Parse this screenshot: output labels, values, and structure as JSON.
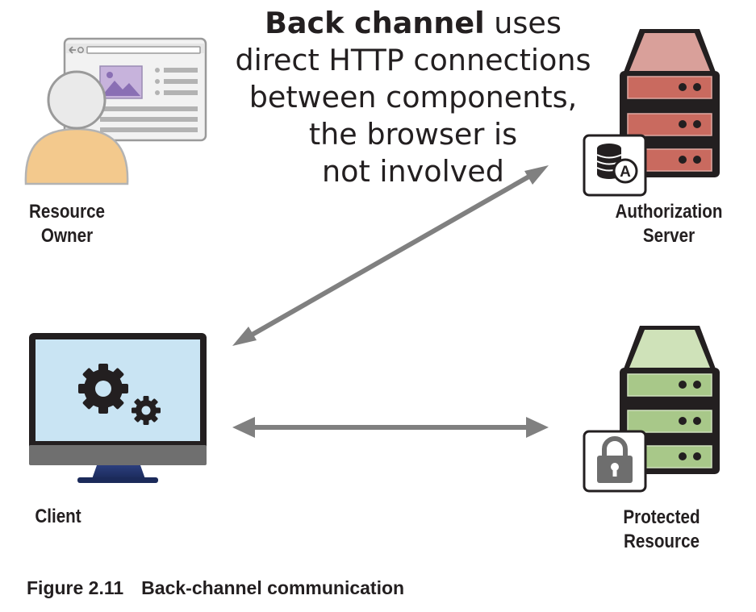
{
  "headline": {
    "bold": "Back channel",
    "line1_rest": " uses",
    "line2": "direct HTTP connections",
    "line3": "between components,",
    "line4": "the browser is",
    "line5": "not involved"
  },
  "nodes": {
    "resource_owner": {
      "line1": "Resource",
      "line2": "Owner",
      "icon": "user-browser-icon"
    },
    "authorization_server": {
      "line1": "Authorization",
      "line2": "Server",
      "icon": "server-icon",
      "badge": "A"
    },
    "client": {
      "label": "Client",
      "icon": "desktop-gear-icon"
    },
    "protected_resource": {
      "line1": "Protected",
      "line2": "Resource",
      "icon": "server-lock-icon"
    }
  },
  "caption": {
    "number": "Figure 2.11",
    "text": "Back-channel communication"
  },
  "colors": {
    "arrow": "#808080",
    "auth_server_top": "#d9a09a",
    "auth_server_drawer": "#c96a5f",
    "resource_server_top": "#cfe2b9",
    "resource_server_drawer": "#a8c889",
    "server_body": "#231f20",
    "monitor_screen": "#c9e4f3",
    "monitor_stand": "#2b3f7a",
    "person": "#f3c98d",
    "browser_image": "#c7b3dc"
  }
}
